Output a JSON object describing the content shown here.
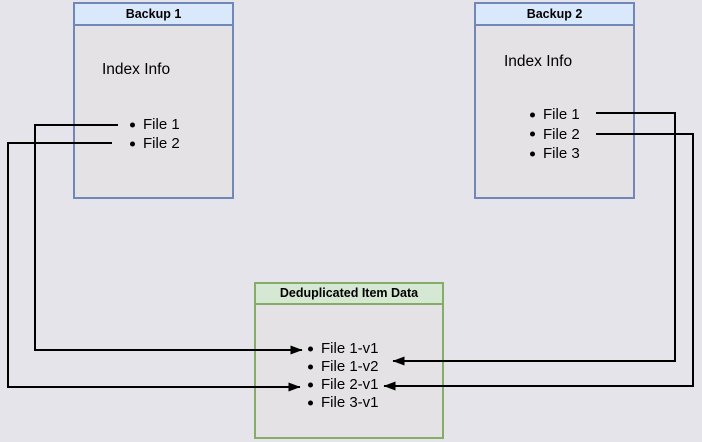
{
  "backup1": {
    "title": "Backup 1",
    "subtitle": "Index Info",
    "items": [
      "File 1",
      "File 2"
    ]
  },
  "backup2": {
    "title": "Backup 2",
    "subtitle": "Index Info",
    "items": [
      "File 1",
      "File 2",
      "File 3"
    ]
  },
  "dedup": {
    "title": "Deduplicated Item Data",
    "items": [
      "File 1-v1",
      "File 1-v2",
      "File 2-v1",
      "File 3-v1"
    ]
  },
  "connections": [
    {
      "from": "Backup 1 / File 1",
      "to": "File 1-v1"
    },
    {
      "from": "Backup 1 / File 2",
      "to": "File 2-v1"
    },
    {
      "from": "Backup 2 / File 1",
      "to": "File 1-v2"
    },
    {
      "from": "Backup 2 / File 2",
      "to": "File 2-v1"
    }
  ],
  "colors": {
    "page_bg": "#e5e4eb",
    "box_bg": "#e4e2e5",
    "blue_fill": "#dae8fc",
    "blue_border": "#7087b8",
    "green_fill": "#d5e8d4",
    "green_border": "#85ad68",
    "arrow": "#000000"
  }
}
